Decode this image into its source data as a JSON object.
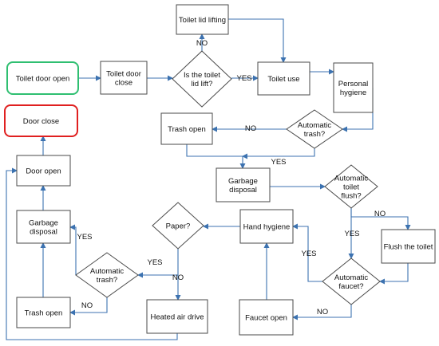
{
  "colors": {
    "arrow": "#3c72b0",
    "start_border": "#2fbf71",
    "end_border": "#e02020",
    "box_border": "#4a4a4a"
  },
  "nodes": {
    "toilet_door_open": [
      "Toilet door open"
    ],
    "toilet_door_close": [
      "Toilet door",
      "close"
    ],
    "lid_lift_question": [
      "Is the toilet",
      "lid lift?"
    ],
    "toilet_lid_lifting": [
      "Toilet lid lifting"
    ],
    "toilet_use": [
      "Toilet use"
    ],
    "personal_hygiene": [
      "Personal",
      "hygiene"
    ],
    "auto_trash_question_1": [
      "Automatic",
      "trash?"
    ],
    "trash_open_1": [
      "Trash open"
    ],
    "garbage_disposal_1": [
      "Garbage",
      "disposal"
    ],
    "auto_flush_question": [
      "Automatic",
      "toilet",
      "flush?"
    ],
    "flush_the_toilet": [
      "Flush the toilet"
    ],
    "auto_faucet_question": [
      "Automatic",
      "faucet?"
    ],
    "faucet_open": [
      "Faucet open"
    ],
    "hand_hygiene": [
      "Hand hygiene"
    ],
    "paper_question": [
      "Paper?"
    ],
    "heated_air_drive": [
      "Heated air drive"
    ],
    "auto_trash_question_2": [
      "Automatic",
      "trash?"
    ],
    "trash_open_2": [
      "Trash open"
    ],
    "garbage_disposal_2": [
      "Garbage",
      "disposal"
    ],
    "door_open": [
      "Door open"
    ],
    "door_close": [
      "Door close"
    ]
  },
  "edge_labels": {
    "lid_no": "NO",
    "lid_yes": "YES",
    "trash1_no": "NO",
    "trash1_yes": "YES",
    "flush_no": "NO",
    "flush_yes": "YES",
    "faucet_yes": "YES",
    "faucet_no": "NO",
    "paper_yes": "YES",
    "paper_no": "NO",
    "trash2_yes": "YES",
    "trash2_no": "NO"
  }
}
